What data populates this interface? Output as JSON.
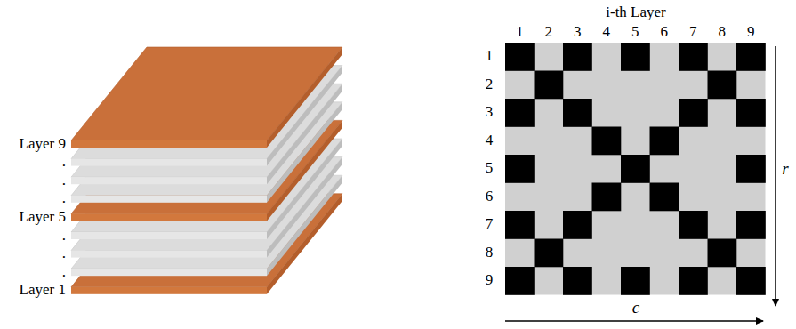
{
  "diagram": {
    "labels": [
      "Layer 9",
      ".",
      ".",
      ".",
      "Layer 5",
      ".",
      ".",
      ".",
      "Layer 1",
      "i-th Layer",
      "1",
      "2",
      "3",
      "4",
      "5",
      "6",
      "7",
      "8",
      "9",
      "1",
      "2",
      "3",
      "4",
      "5",
      "6",
      "7",
      "8",
      "9",
      "r",
      "c"
    ]
  }
}
